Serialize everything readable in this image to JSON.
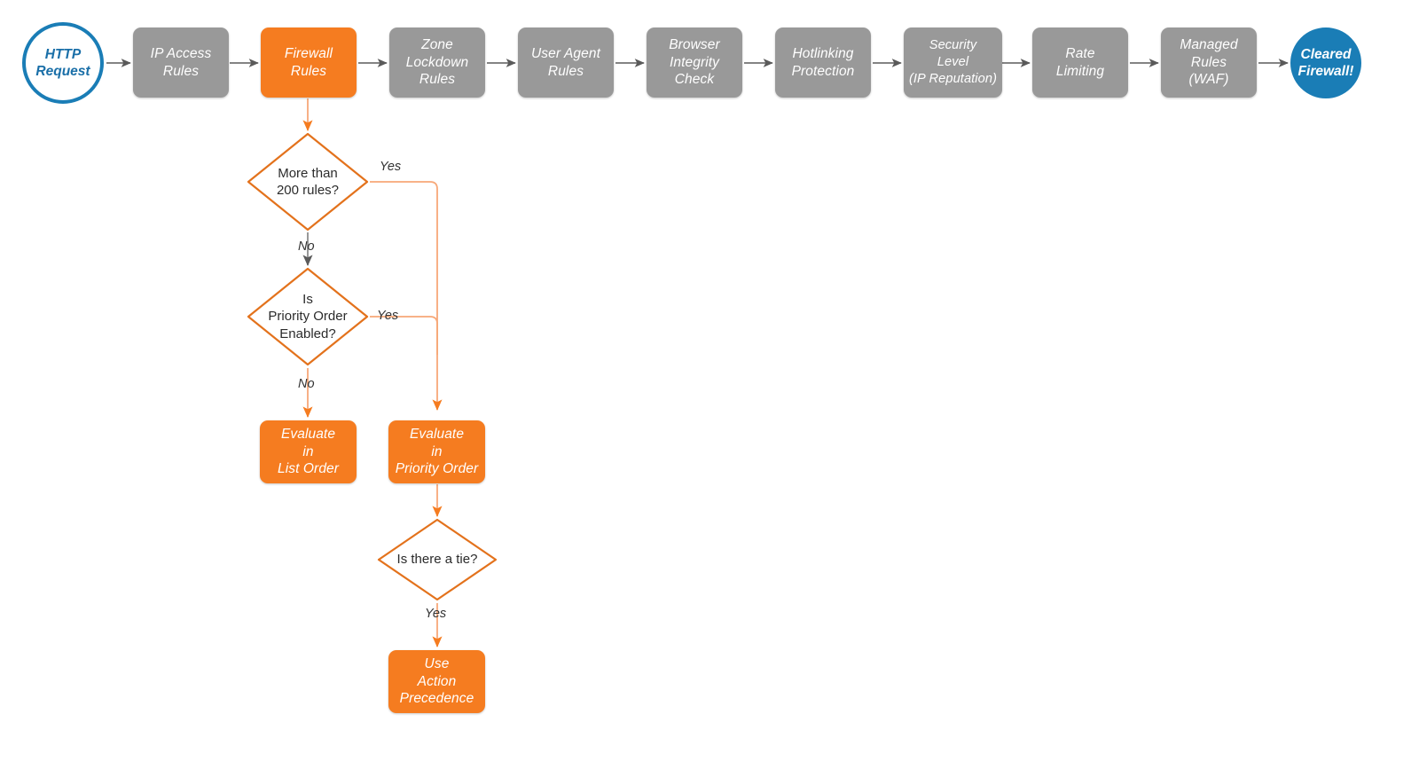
{
  "diagram": {
    "title": "Cloudflare Firewall Rules Evaluation Flow",
    "colors": {
      "gray_fill": "#999999",
      "orange_fill": "#f57c20",
      "orange_stroke": "#e3721c",
      "orange_light_wire": "#f7a878",
      "blue": "#1a7db6",
      "blue_text": "#1a6fa8",
      "gray_wire": "#5a5a5a",
      "text_dark": "#2b2b2b",
      "text_white": "#ffffff"
    }
  },
  "pipeline": {
    "start": {
      "label": "HTTP Request",
      "lines": [
        "HTTP",
        "Request"
      ],
      "shape": "circle-hollow"
    },
    "steps": [
      {
        "id": "ip-access-rules",
        "lines": [
          "IP Access",
          "Rules"
        ],
        "state": "gray"
      },
      {
        "id": "firewall-rules",
        "lines": [
          "Firewall",
          "Rules"
        ],
        "state": "orange"
      },
      {
        "id": "zone-lockdown-rules",
        "lines": [
          "Zone",
          "Lockdown",
          "Rules"
        ],
        "state": "gray"
      },
      {
        "id": "user-agent-rules",
        "lines": [
          "User Agent",
          "Rules"
        ],
        "state": "gray"
      },
      {
        "id": "browser-integrity",
        "lines": [
          "Browser",
          "Integrity",
          "Check"
        ],
        "state": "gray"
      },
      {
        "id": "hotlinking",
        "lines": [
          "Hotlinking",
          "Protection"
        ],
        "state": "gray"
      },
      {
        "id": "security-level",
        "lines": [
          "Security",
          "Level",
          "(IP Reputation)"
        ],
        "state": "gray"
      },
      {
        "id": "rate-limiting",
        "lines": [
          "Rate",
          "Limiting"
        ],
        "state": "gray"
      },
      {
        "id": "managed-rules-waf",
        "lines": [
          "Managed",
          "Rules",
          "(WAF)"
        ],
        "state": "gray"
      }
    ],
    "end": {
      "label": "Cleared Firewall!",
      "lines": [
        "Cleared",
        "Firewall!"
      ],
      "shape": "circle-filled"
    }
  },
  "decisions": [
    {
      "id": "more-than-200-rules",
      "lines": [
        "More than",
        "200 rules?"
      ]
    },
    {
      "id": "is-priority-order",
      "lines": [
        "Is",
        "Priority Order",
        "Enabled?"
      ]
    },
    {
      "id": "is-there-a-tie",
      "lines": [
        "Is there a tie?"
      ]
    }
  ],
  "outcomes": [
    {
      "id": "evaluate-list-order",
      "lines": [
        "Evaluate",
        "in",
        "List Order"
      ]
    },
    {
      "id": "evaluate-priority-order",
      "lines": [
        "Evaluate",
        "in",
        "Priority Order"
      ]
    },
    {
      "id": "use-action-precedence",
      "lines": [
        "Use",
        "Action",
        "Precedence"
      ]
    }
  ],
  "edge_labels": {
    "more_than_200_yes": "Yes",
    "more_than_200_no": "No",
    "priority_order_yes": "Yes",
    "priority_order_no": "No",
    "tie_yes": "Yes"
  }
}
